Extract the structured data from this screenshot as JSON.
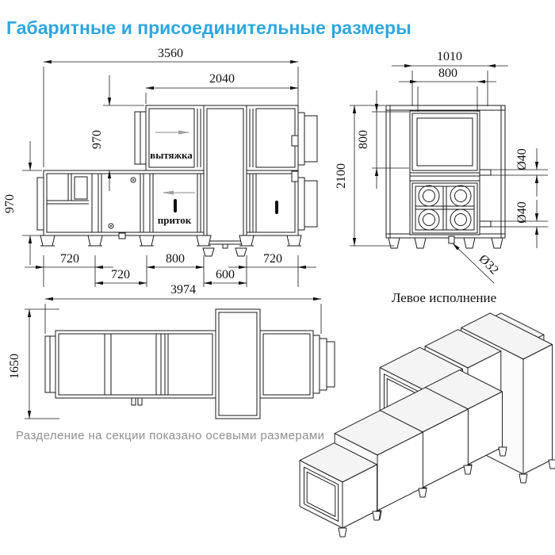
{
  "title": {
    "text": "Габаритные и присоединительные размеры",
    "color": "#2da7e0"
  },
  "front_view": {
    "dims": {
      "total_width": "3560",
      "top_width": "2040",
      "upper_height": "970",
      "lower_height": "970",
      "chain_row1": [
        "720",
        "800",
        "720"
      ],
      "chain_row2": [
        "720",
        "600"
      ]
    },
    "labels": {
      "exhaust": "вытяжка",
      "supply": "приток"
    }
  },
  "end_view": {
    "dims": {
      "overall_width": "1010",
      "opening_width": "800",
      "opening_height": "800",
      "overall_height": "2100",
      "stub_upper": "Ø40",
      "stub_lower": "Ø40",
      "drain": "Ø32"
    }
  },
  "plan_view": {
    "dims": {
      "total_length": "3974",
      "total_width": "1650"
    }
  },
  "iso_view": {
    "caption": "Левое исполнение"
  },
  "note": {
    "text": "Разделение на секции показано осевыми размерами",
    "color": "#8f8f8f"
  }
}
